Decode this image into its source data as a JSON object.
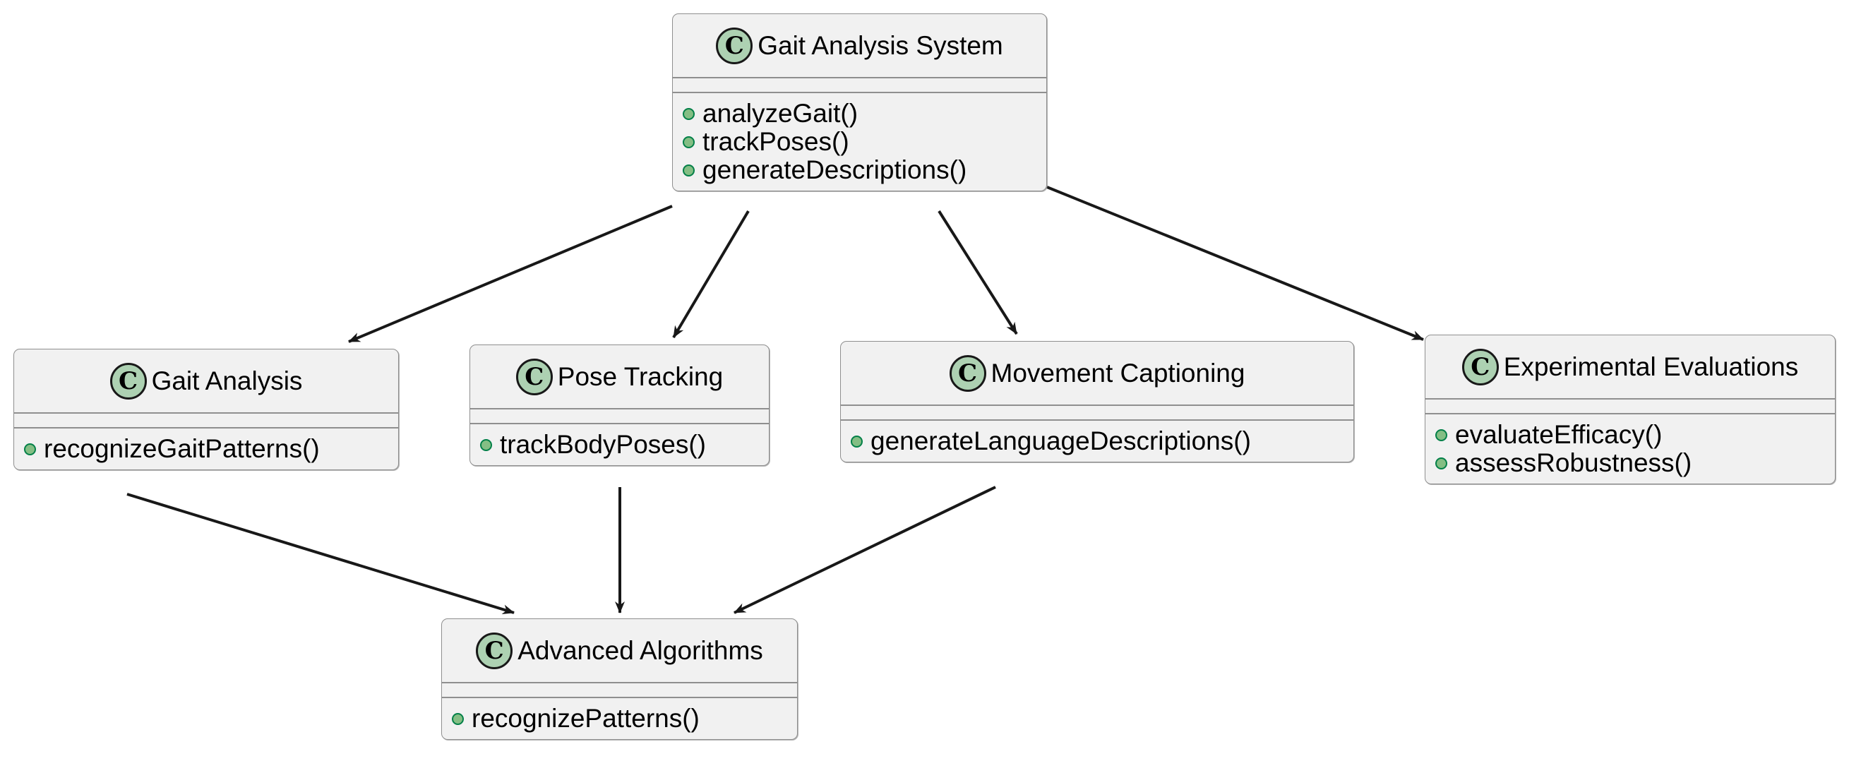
{
  "diagram": {
    "type": "uml-class-diagram",
    "background_color": "#FFFFFF",
    "class_fill_color": "#F1F1F1",
    "class_border_color": "#8F8F8F",
    "icon_fill_color": "#ADD1B2",
    "method_bullet_color": "#84BE84",
    "method_bullet_border_color": "#038048",
    "edge_color": "#181818",
    "class_stereotype_letter": "C"
  },
  "classes": [
    {
      "id": "gait-analysis-system",
      "name": "Gait Analysis System",
      "stereotype": "C",
      "attributes": [],
      "methods": [
        "analyzeGait()",
        "trackPoses()",
        "generateDescriptions()"
      ]
    },
    {
      "id": "gait-analysis",
      "name": "Gait Analysis",
      "stereotype": "C",
      "attributes": [],
      "methods": [
        "recognizeGaitPatterns()"
      ]
    },
    {
      "id": "pose-tracking",
      "name": "Pose Tracking",
      "stereotype": "C",
      "attributes": [],
      "methods": [
        "trackBodyPoses()"
      ]
    },
    {
      "id": "movement-captioning",
      "name": "Movement Captioning",
      "stereotype": "C",
      "attributes": [],
      "methods": [
        "generateLanguageDescriptions()"
      ]
    },
    {
      "id": "experimental-evaluations",
      "name": "Experimental Evaluations",
      "stereotype": "C",
      "attributes": [],
      "methods": [
        "evaluateEfficacy()",
        "assessRobustness()"
      ]
    },
    {
      "id": "advanced-algorithms",
      "name": "Advanced Algorithms",
      "stereotype": "C",
      "attributes": [],
      "methods": [
        "recognizePatterns()"
      ]
    }
  ],
  "relations": [
    {
      "from": "gait-analysis-system",
      "to": "gait-analysis",
      "arrow": "open-arrow"
    },
    {
      "from": "gait-analysis-system",
      "to": "pose-tracking",
      "arrow": "open-arrow"
    },
    {
      "from": "gait-analysis-system",
      "to": "movement-captioning",
      "arrow": "open-arrow"
    },
    {
      "from": "gait-analysis-system",
      "to": "experimental-evaluations",
      "arrow": "open-arrow"
    },
    {
      "from": "gait-analysis",
      "to": "advanced-algorithms",
      "arrow": "open-arrow"
    },
    {
      "from": "pose-tracking",
      "to": "advanced-algorithms",
      "arrow": "open-arrow"
    },
    {
      "from": "movement-captioning",
      "to": "advanced-algorithms",
      "arrow": "open-arrow"
    }
  ]
}
